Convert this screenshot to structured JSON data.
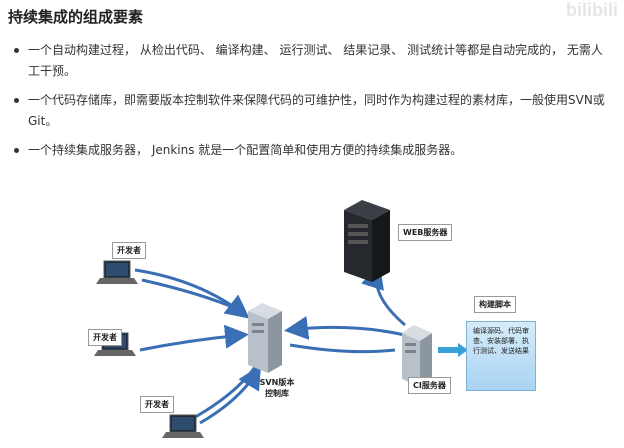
{
  "heading": "持续集成的组成要素",
  "watermark": "bilibili",
  "bullets": [
    "一个自动构建过程， 从检出代码、 编译构建、 运行测试、 结果记录、 测试统计等都是自动完成的， 无需人工干预。",
    "一个代码存储库，即需要版本控制软件来保障代码的可维护性，同时作为构建过程的素材库，一般使用SVN或Git。",
    "一个持续集成服务器， Jenkins 就是一个配置简单和使用方便的持续集成服务器。"
  ],
  "diagram": {
    "developer_label": "开发者",
    "svn_label_line1": "SVN版本",
    "svn_label_line2": "控制库",
    "web_label": "WEB服务器",
    "ci_label": "CI服务器",
    "script_label": "构建脚本",
    "script_text": "编译源码、代码审查、安装部署、执行测试、发送结果",
    "colors": {
      "arrow": "#3a6fb5",
      "info_bg": "#bfe0f7"
    }
  }
}
